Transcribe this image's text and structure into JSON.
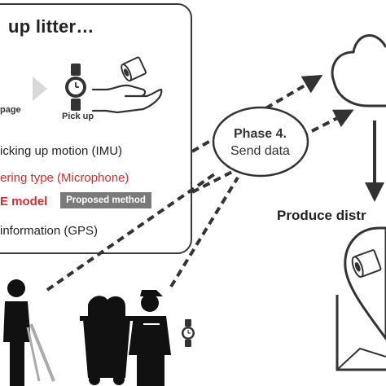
{
  "panel": {
    "title": "up litter…",
    "page_label": "page",
    "pick_up_label": "Pick up",
    "rows": [
      "icking up motion (IMU)",
      "ering type (Microphone)",
      "E model",
      "information (GPS)"
    ],
    "badge": "Proposed method"
  },
  "phase": {
    "title": "Phase 4.",
    "subtitle": "Send data"
  },
  "produce_label": "Produce distr",
  "icons": [
    "watch-icon",
    "hand-icon",
    "paper-roll-icon",
    "cloud-icon",
    "person-icon",
    "trash-cart-icon",
    "map-pin-icon"
  ],
  "colors": {
    "accent_red": "#d32f2f",
    "stroke": "#333333",
    "badge_bg": "#7a7a7a"
  }
}
